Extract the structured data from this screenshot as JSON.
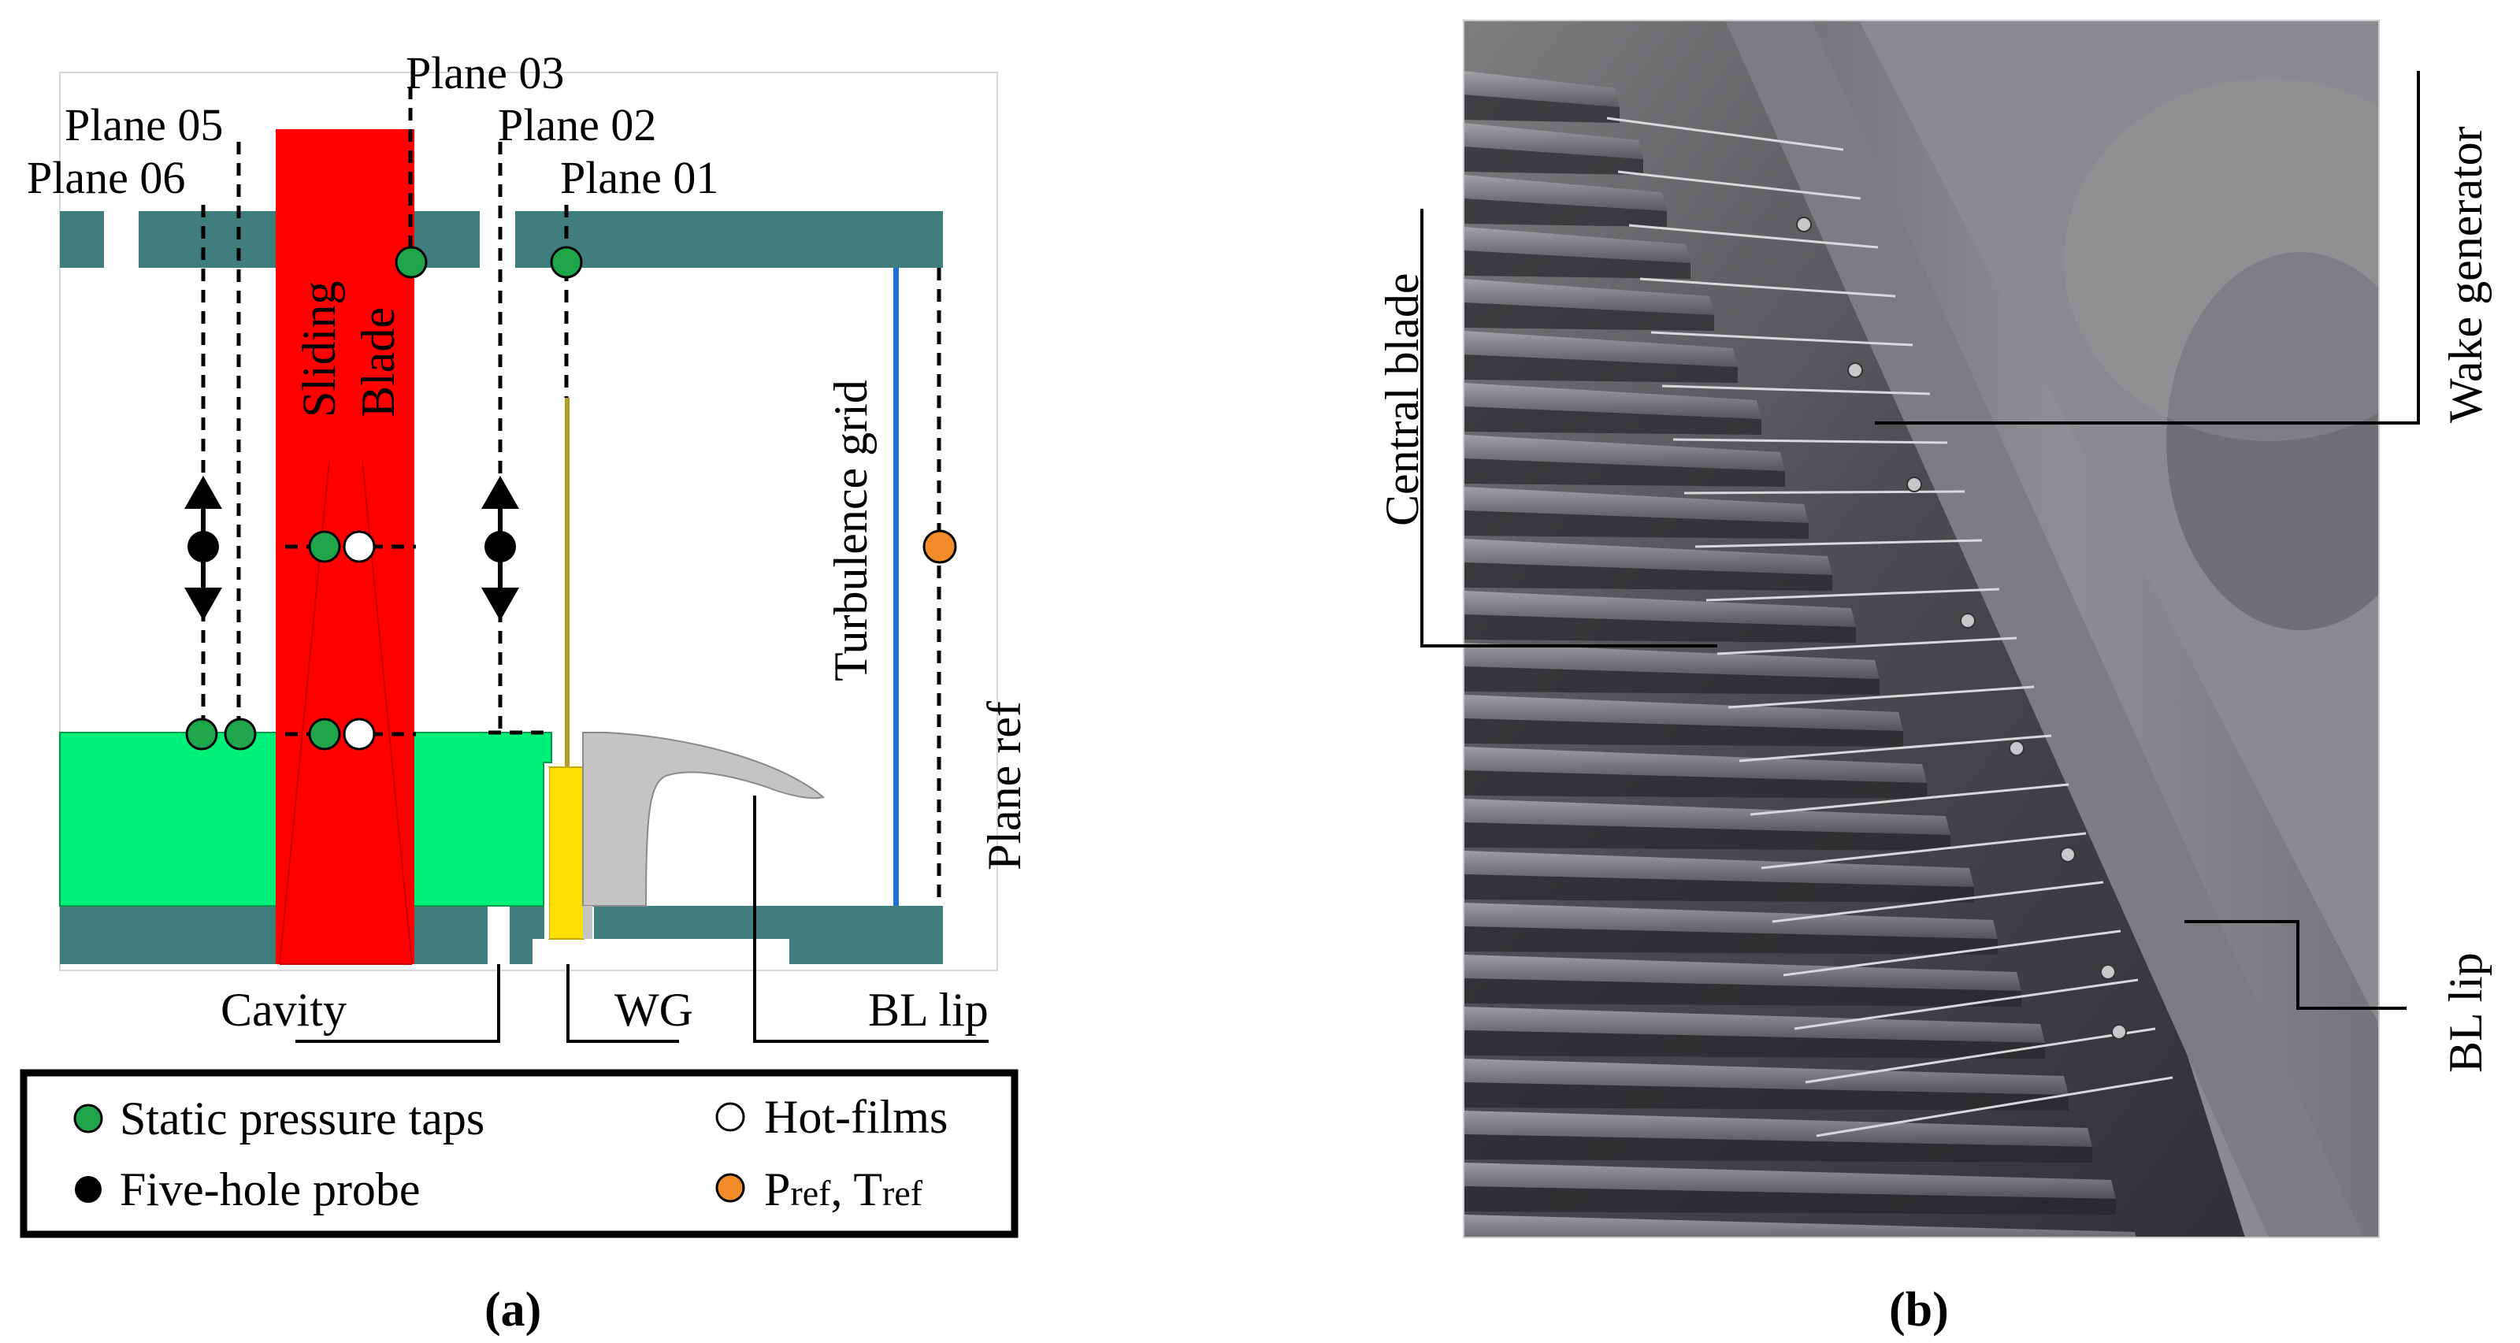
{
  "panel_a": {
    "caption": "(a)",
    "plane_labels": {
      "plane_01": "Plane 01",
      "plane_02": "Plane 02",
      "plane_03": "Plane 03",
      "plane_05": "Plane 05",
      "plane_06": "Plane 06",
      "plane_ref": "Plane ref"
    },
    "component_labels": {
      "sliding": "Sliding",
      "blade": "Blade",
      "turbulence_grid": "Turbulence grid",
      "cavity": "Cavity",
      "wg": "WG",
      "bl_lip": "BL lip"
    },
    "legend": {
      "static_pressure_taps": "Static pressure taps",
      "five_hole_probe": "Five-hole probe",
      "hot_films": "Hot-films",
      "pref_main": "P",
      "pref_sub": "ref",
      "pref_sep": ", ",
      "tref_main": "T",
      "tref_sub": "ref"
    },
    "colors": {
      "wall": "#3f7e7c",
      "sliding_blade": "#ff0000",
      "endwall_block": "#00f07a",
      "wake_generator": "#ffe000",
      "bl_lip": "#c4c4c4",
      "turbulence_grid": "#1c6fd6",
      "static_pressure_tap": "#1fa64a",
      "five_hole_probe": "#000000",
      "hot_film": "#ffffff",
      "reference_probe": "#f28c28"
    }
  },
  "panel_b": {
    "caption": "(b)",
    "labels": {
      "central_blade": "Central blade",
      "wake_generator": "Wake generator",
      "bl_lip": "BL lip"
    }
  }
}
